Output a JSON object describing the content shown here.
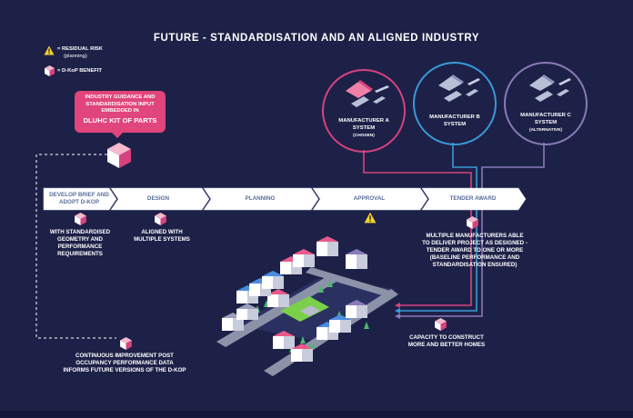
{
  "title": "FUTURE - STANDARDISATION AND AN ALIGNED INDUSTRY",
  "legend": {
    "risk_label": "= RESIDUAL RISK",
    "risk_sub": "(planning)",
    "benefit_label": "= D-KoP BENEFIT"
  },
  "guidance": {
    "line1": "INDUSTRY GUIDANCE AND",
    "line2": "STANDARDISATION INPUT",
    "line3": "EMBEDDED IN",
    "line4": "DLUHC KIT OF PARTS"
  },
  "manufacturers": [
    {
      "line1": "MANUFACTURER A",
      "line2": "SYSTEM",
      "sub": "(CHOSEN)",
      "color": "#d6427f"
    },
    {
      "line1": "MANUFACTURER B",
      "line2": "SYSTEM",
      "sub": "",
      "color": "#3a9ad9"
    },
    {
      "line1": "MANUFACTURER C",
      "line2": "SYSTEM",
      "sub": "(ALTERNATIVE)",
      "color": "#8a7ab8"
    }
  ],
  "stages": [
    {
      "line1": "DEVELOP BRIEF AND",
      "line2": "ADOPT D-KOP"
    },
    {
      "line1": "DESIGN",
      "line2": ""
    },
    {
      "line1": "PLANNING",
      "line2": ""
    },
    {
      "line1": "APPROVAL",
      "line2": ""
    },
    {
      "line1": "TENDER AWARD",
      "line2": ""
    }
  ],
  "notes": {
    "brief": [
      "WITH STANDARDISED",
      "GEOMETRY AND",
      "PERFORMANCE",
      "REQUIREMENTS"
    ],
    "design": [
      "ALIGNED WITH",
      "MULTIPLE SYSTEMS"
    ],
    "tender": [
      "MULTIPLE MANUFACTURERS ABLE",
      "TO DELIVER PROJECT AS DESIGNED -",
      "TENDER AWARD TO ONE OR MORE",
      "(BASELINE PERFORMANCE AND",
      "STANDARDISATION ENSURED)"
    ],
    "capacity": [
      "CAPACITY TO CONSTRUCT",
      "MORE AND BETTER HOMES"
    ],
    "improvement": [
      "CONTINUOUS IMPROVEMENT POST",
      "OCCUPANCY PERFORMANCE DATA",
      "INFORMS FUTURE VERSIONS OF THE D-KOP"
    ]
  },
  "colors": {
    "background": "#1d2147",
    "accent_pink": "#d6427f",
    "accent_blue": "#3a9ad9",
    "accent_purple": "#8a7ab8",
    "warning": "#f5d328"
  }
}
